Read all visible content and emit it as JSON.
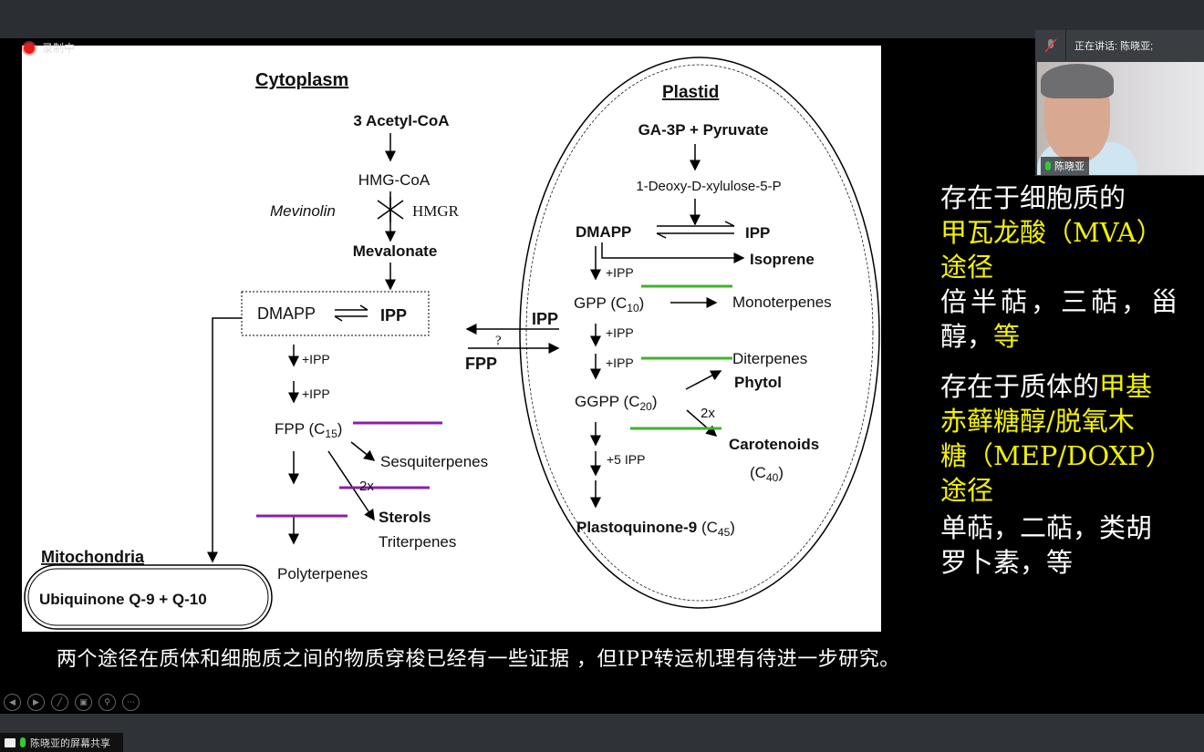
{
  "recording": {
    "label": "录制中"
  },
  "slide": {
    "cytoplasm": {
      "title": "Cytoplasm",
      "acetyl": "3 Acetyl-CoA",
      "hmgcoa": "HMG-CoA",
      "mevinolin": "Mevinolin",
      "hmgr": "HMGR",
      "mevalonate": "Mevalonate",
      "dmapp": "DMAPP",
      "ipp": "IPP",
      "plus_ipp1": "+IPP",
      "plus_ipp2": "+IPP",
      "fpp": "FPP (C",
      "fpp_sub": "15",
      "fpp_close": ")",
      "sesqui": "Sesquiterpenes",
      "twox": "2x",
      "sterols": "Sterols",
      "triterpenes": "Triterpenes",
      "polyterpenes": "Polyterpenes"
    },
    "mitochondria": {
      "title": "Mitochondria",
      "product": "Ubiquinone Q-9 + Q-10"
    },
    "transport": {
      "ipp": "IPP",
      "question": "?",
      "fpp": "FPP"
    },
    "plastid": {
      "title": "Plastid",
      "start": "GA-3P + Pyruvate",
      "dxp": "1-Deoxy-D-xylulose-5-P",
      "dmapp": "DMAPP",
      "ipp": "IPP",
      "isoprene": "Isoprene",
      "plus_ipp1": "+IPP",
      "gpp": "GPP (C",
      "gpp_sub": "10",
      "close": ")",
      "monoterpenes": "Monoterpenes",
      "plus_ipp2": "+IPP",
      "plus_ipp3": "+IPP",
      "diterpenes": "Diterpenes",
      "phytol": "Phytol",
      "ggpp": "GGPP (C",
      "ggpp_sub": "20",
      "twox": "2x",
      "carotenoids": "Carotenoids",
      "c40": "(C",
      "c40_sub": "40",
      "plus5": "+5 IPP",
      "pq": "Plastoquinone-9",
      "pq_c": " (C",
      "pq_sub": "45"
    }
  },
  "caption": "两个途径在质体和细胞质之间的物质穿梭已经有一些证据 ，但IPP转运机理有待进一步研究。",
  "right_text": {
    "l1": "存在于细胞质的",
    "l2": "甲瓦龙酸（MVA）",
    "l3": "途径",
    "l4": "倍半萜，三萜，甾",
    "l5a": "醇，",
    "l5b": "等",
    "l6a": "存在于质体的",
    "l6b": "甲基",
    "l7": "赤藓糖醇/脱氧木",
    "l8": "糖（MEP/DOXP）",
    "l9": "途径",
    "l10": "单萜，二萜，类胡",
    "l11": "罗卜素，等"
  },
  "webcam": {
    "speaking": "正在讲话: 陈晓亚;",
    "name": "陈晓亚"
  },
  "share": {
    "label": "陈晓亚的屏幕共享"
  },
  "colors": {
    "highlight": "#f2f200",
    "green_line": "#3cb527",
    "purple_line": "#8b1fa8"
  }
}
